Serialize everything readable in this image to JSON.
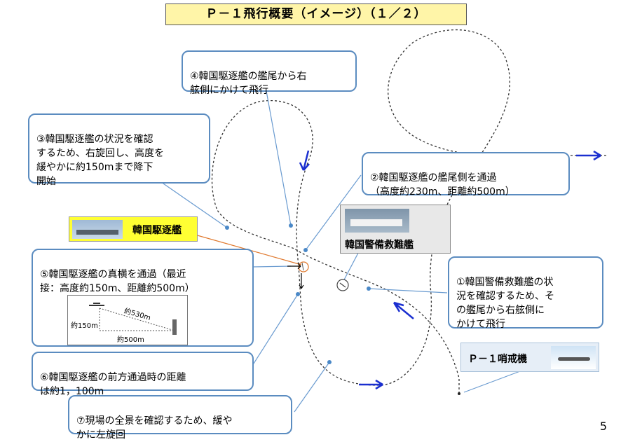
{
  "title": "Ｐ－１飛行概要（イメージ）（１／２）",
  "callouts": {
    "c1": "①韓国警備救難艦の状\n況を確認するため、そ\nの艦尾から右舷側に\nかけて飛行",
    "c2": "②韓国駆逐艦の艦尾側を通過\n（高度約230m、距離約500m）",
    "c3": "③韓国駆逐艦の状況を確認\nするため、右旋回し、高度を\n緩やかに約150mまで降下\n開始",
    "c4": "④韓国駆逐艦の艦尾から右\n舷側にかけて飛行",
    "c5": "⑤韓国駆逐艦の真横を通過（最近\n接：高度約150m、距離約500m）",
    "c6": "⑥韓国駆逐艦の前方通過時の距離\nは約1，100m",
    "c7": "⑦現場の全景を確認するため、緩や\nかに左旋回"
  },
  "labels": {
    "destroyer": "韓国駆逐艦",
    "rescue_ship": "韓国警備救難艦",
    "aircraft": "Ｐ－１哨戒機"
  },
  "inset": {
    "altitude": "約150m",
    "slant": "約530m",
    "horizontal": "約500m"
  },
  "page_number": "5",
  "colors": {
    "callout_border": "#5b8cc0",
    "title_bg": "#fff5a8",
    "arrow": "#1a2fd0",
    "destroyer_bg": "#ffff33",
    "leader_orange": "#e07a30"
  }
}
